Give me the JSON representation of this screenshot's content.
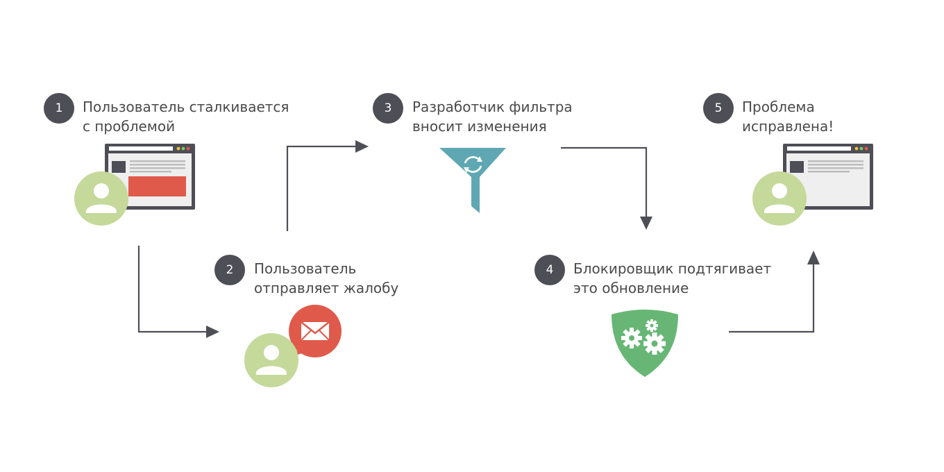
{
  "steps": [
    {
      "num": "1",
      "line1": "Пользователь сталкивается",
      "line2": "с проблемой"
    },
    {
      "num": "2",
      "line1": "Пользователь",
      "line2": "отправляет жалобу"
    },
    {
      "num": "3",
      "line1": "Разработчик фильтра",
      "line2": "вносит изменения"
    },
    {
      "num": "4",
      "line1": "Блокировщик подтягивает",
      "line2": "это обновление"
    },
    {
      "num": "5",
      "line1": "Проблема",
      "line2": "исправлена!"
    }
  ],
  "colors": {
    "badge": "#4e4e56",
    "text": "#4a4a4a",
    "arrow": "#4e4e56",
    "user_circle": "#c5d99b",
    "error_block": "#e05a4b",
    "mail_bubble": "#e05a4b",
    "filter": "#5fa8b3",
    "shield": "#67b675",
    "browser_frame": "#4e4e56"
  },
  "icons": [
    "browser-window-icon",
    "user-icon",
    "mail-icon",
    "filter-funnel-icon",
    "refresh-icon",
    "shield-gears-icon"
  ]
}
